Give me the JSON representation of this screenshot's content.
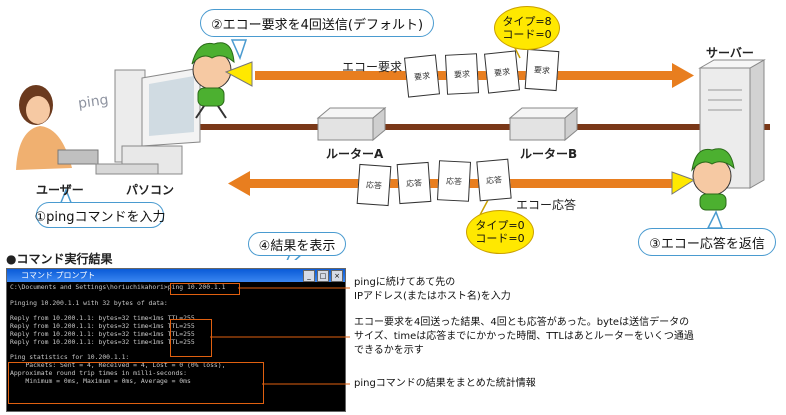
{
  "bubbles": {
    "step2": "②エコー要求を4回送信(デフォルト)",
    "step1": "①pingコマンドを入力",
    "step3": "③エコー応答を返信",
    "step4": "④結果を表示"
  },
  "yellow_top": {
    "line1": "タイプ=8",
    "line2": "コード=0"
  },
  "yellow_bottom": {
    "line1": "タイプ=0",
    "line2": "コード=0"
  },
  "labels": {
    "echo_request": "エコー要求",
    "echo_reply": "エコー応答",
    "ping": "ping",
    "user": "ユーザー",
    "pc": "パソコン",
    "router_a": "ルーターA",
    "router_b": "ルーターB",
    "server": "サーバー"
  },
  "packets": {
    "request": [
      "要求",
      "要求",
      "要求",
      "要求"
    ],
    "reply": [
      "応答",
      "応答",
      "応答",
      "応答"
    ]
  },
  "terminal": {
    "heading": "●コマンド実行結果",
    "title": "コマンド プロンプト",
    "buttons": [
      "_",
      "□",
      "×"
    ],
    "lines": [
      "C:\\Documents and Settings\\horiuchikahori>ping 10.200.1.1",
      "",
      "Pinging 10.200.1.1 with 32 bytes of data:",
      "",
      "Reply from 10.200.1.1: bytes=32 time<1ms TTL=255",
      "Reply from 10.200.1.1: bytes=32 time<1ms TTL=255",
      "Reply from 10.200.1.1: bytes=32 time<1ms TTL=255",
      "Reply from 10.200.1.1: bytes=32 time<1ms TTL=255",
      "",
      "Ping statistics for 10.200.1.1:",
      "    Packets: Sent = 4, Received = 4, Lost = 0 (0% loss),",
      "Approximate round trip times in milli-seconds:",
      "    Minimum = 0ms, Maximum = 0ms, Average = 0ms"
    ]
  },
  "notes": {
    "note1": "pingに続けてあて先の\nIPアドレス(またはホスト名)を入力",
    "note2": "エコー要求を4回送った結果、4回とも応答があった。byteは送信データの\nサイズ、timeは応答までにかかった時間、TTLはあとルーターをいくつ通過\nできるかを示す",
    "note3": "pingコマンドの結果をまとめた統計情報"
  },
  "colors": {
    "arrow": "#e87e1f",
    "link": "#7a3818",
    "bubble_border": "#4a9bd0",
    "yellow": "#ffe800",
    "highlight": "#e06010"
  }
}
